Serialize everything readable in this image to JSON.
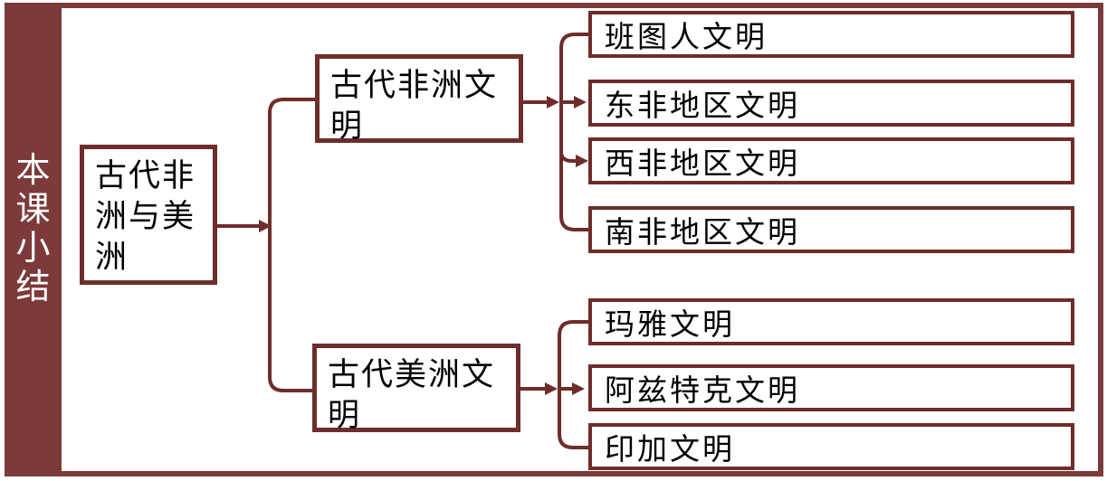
{
  "sidebar": {
    "title": "本课小结"
  },
  "diagram": {
    "root": {
      "label": "古代非洲与美洲"
    },
    "branches": [
      {
        "label": "古代非洲文明",
        "children": [
          "班图人文明",
          "东非地区文明",
          "西非地区文明",
          "南非地区文明"
        ]
      },
      {
        "label": "古代美洲文明",
        "children": [
          "玛雅文明",
          "阿兹特克文明",
          "印加文明"
        ]
      }
    ]
  },
  "colors": {
    "accent": "#7c3a3a",
    "line": "#6e2d2a",
    "text": "#000000",
    "sidebar_text": "#ffffff",
    "background": "#ffffff"
  }
}
